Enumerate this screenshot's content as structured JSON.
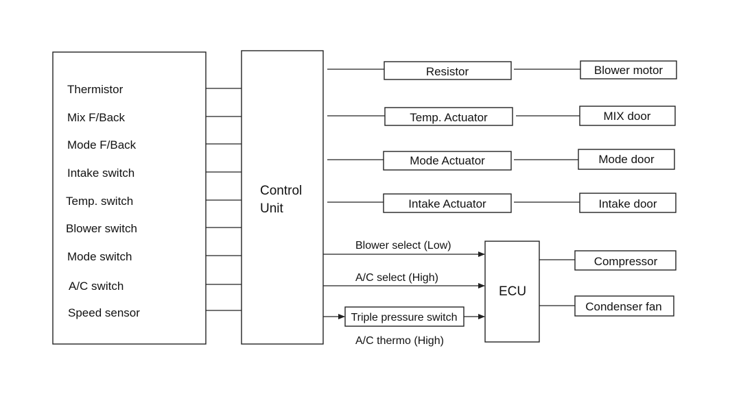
{
  "inputs": {
    "items": [
      "Thermistor",
      "Mix F/Back",
      "Mode F/Back",
      "Intake switch",
      "Temp. switch",
      "Blower switch",
      "Mode switch",
      "A/C switch",
      "Speed sensor"
    ]
  },
  "control_unit": {
    "line1": "Control",
    "line2": "Unit"
  },
  "actuators": {
    "rows": [
      {
        "driver": "Resistor",
        "target": "Blower motor"
      },
      {
        "driver": "Temp. Actuator",
        "target": "MIX door"
      },
      {
        "driver": "Mode Actuator",
        "target": "Mode door"
      },
      {
        "driver": "Intake Actuator",
        "target": "Intake door"
      }
    ]
  },
  "ecu": {
    "label": "ECU",
    "signals": {
      "blower_select": "Blower select (Low)",
      "ac_select": "A/C select (High)",
      "triple_pressure": "Triple pressure switch",
      "ac_thermo": "A/C thermo (High)"
    },
    "outputs": [
      "Compressor",
      "Condenser fan"
    ]
  }
}
